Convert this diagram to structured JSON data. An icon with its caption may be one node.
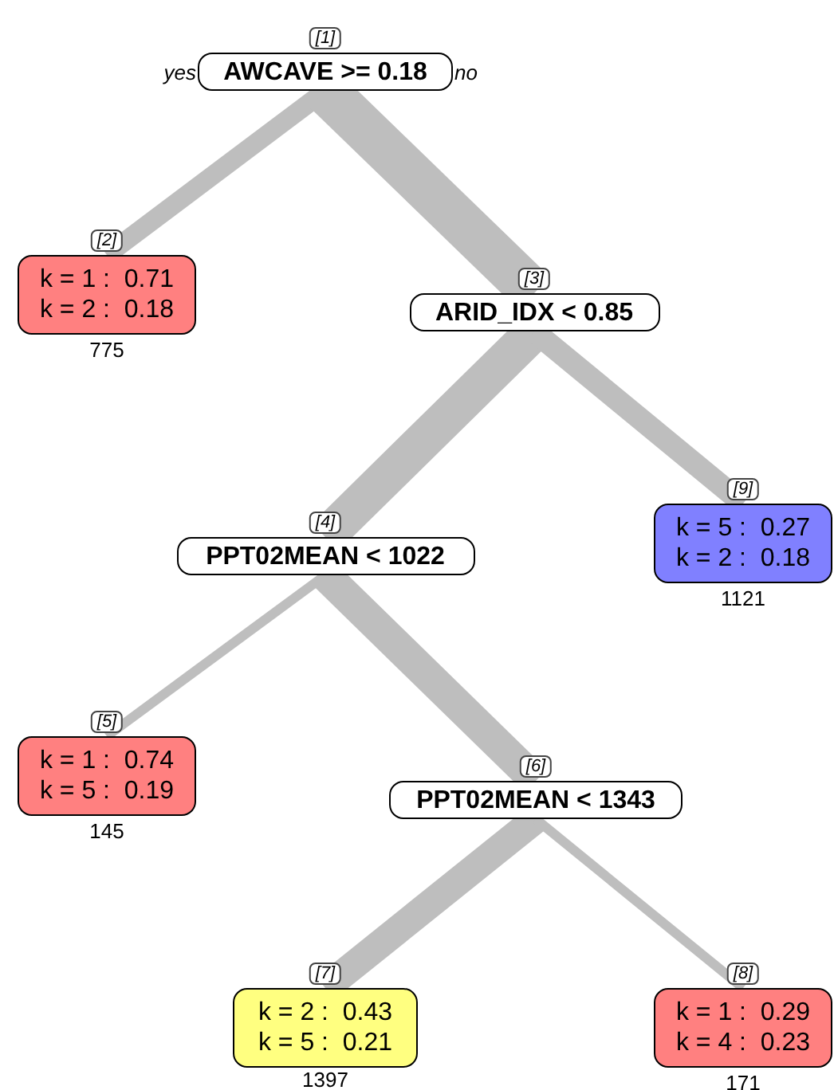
{
  "diagram": {
    "nodes": [
      {
        "text": [
          "[1]",
          "AWCAVE >= 0.18"
        ],
        "beside": [
          "yes",
          "no"
        ]
      },
      {
        "text": [
          "[2]",
          "k = 1 :  0.71",
          "k = 2 :  0.18"
        ],
        "beside": [
          "775"
        ]
      },
      {
        "text": [
          "[3]",
          "ARID_IDX < 0.85"
        ]
      },
      {
        "text": [
          "[4]",
          "PPT02MEAN < 1022"
        ]
      },
      {
        "text": [
          "[9]",
          "k = 5 :  0.27",
          "k = 2 :  0.18"
        ],
        "beside": [
          "1121"
        ]
      },
      {
        "text": [
          "[5]",
          "k = 1 :  0.74",
          "k = 5 :  0.19"
        ],
        "beside": [
          "145"
        ]
      },
      {
        "text": [
          "[6]",
          "PPT02MEAN < 1343"
        ]
      },
      {
        "text": [
          "[7]",
          "k = 2 :  0.43",
          "k = 5 :  0.21"
        ],
        "beside": [
          "1397"
        ]
      },
      {
        "text": [
          "[8]",
          "k = 1 :  0.29",
          "k = 4 :  0.23"
        ],
        "beside": [
          "171"
        ]
      }
    ],
    "edges": [
      {
        "from": 0,
        "to": 1,
        "arrow": "none"
      },
      {
        "from": 0,
        "to": 2,
        "arrow": "none",
        "style": "thick"
      },
      {
        "from": 2,
        "to": 3,
        "arrow": "none"
      },
      {
        "from": 2,
        "to": 4,
        "arrow": "none"
      },
      {
        "from": 3,
        "to": 5,
        "arrow": "none"
      },
      {
        "from": 3,
        "to": 6,
        "arrow": "none"
      },
      {
        "from": 6,
        "to": 7,
        "arrow": "none"
      },
      {
        "from": 6,
        "to": 8,
        "arrow": "none"
      }
    ]
  }
}
